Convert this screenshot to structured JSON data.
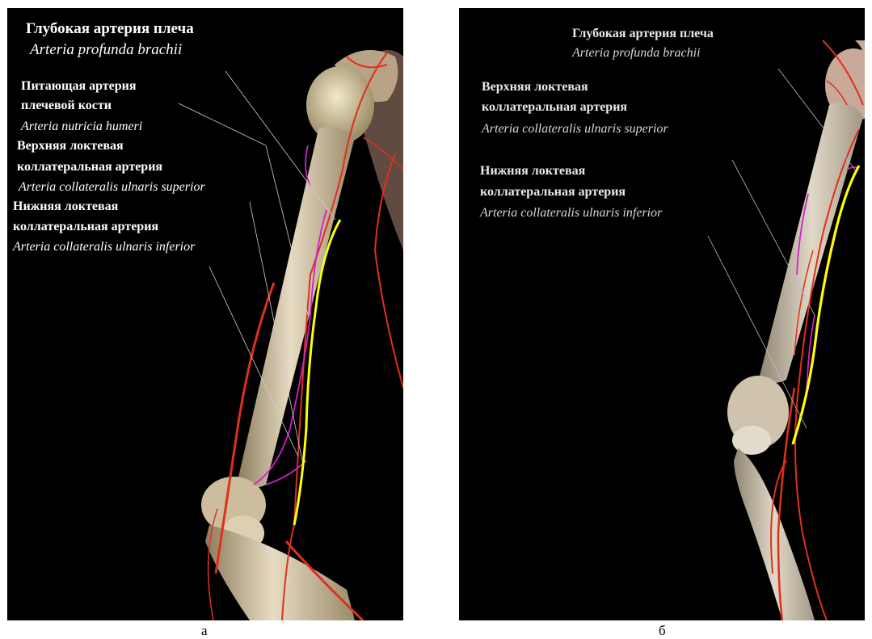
{
  "panel_a": {
    "profunda": {
      "ru": "Глубокая артерия плеча",
      "la": "Arteria profunda brachii"
    },
    "nutricia": {
      "ru_line1": "Питающая артерия",
      "ru_line2": "плечевой кости",
      "la": "Arteria nutricia humeri"
    },
    "superior": {
      "ru_line1": "Верхняя локтевая",
      "ru_line2": "коллатеральная артерия",
      "la": "Arteria collateralis ulnaris superior"
    },
    "inferior": {
      "ru_line1": "Нижняя локтевая",
      "ru_line2": "коллатеральная артерия",
      "la": "Arteria collateralis ulnaris inferior"
    },
    "caption": "а"
  },
  "panel_b": {
    "profunda": {
      "ru": "Глубокая артерия плеча",
      "la": "Arteria profunda brachii"
    },
    "superior": {
      "ru_line1": "Верхняя локтевая",
      "ru_line2": "коллатеральная артерия",
      "la": "Arteria collateralis ulnaris superior"
    },
    "inferior": {
      "ru_line1": "Нижняя локтевая",
      "ru_line2": "коллатеральная артерия",
      "la": "Arteria collateralis ulnaris inferior"
    },
    "caption": "б"
  },
  "colors": {
    "background": "#000000",
    "bone": "#d9cbb0",
    "artery": "#e0301a",
    "highlight_profunda": "#ffff00",
    "collateral": "#d020d0",
    "leader_line": "#cfcfcf"
  }
}
